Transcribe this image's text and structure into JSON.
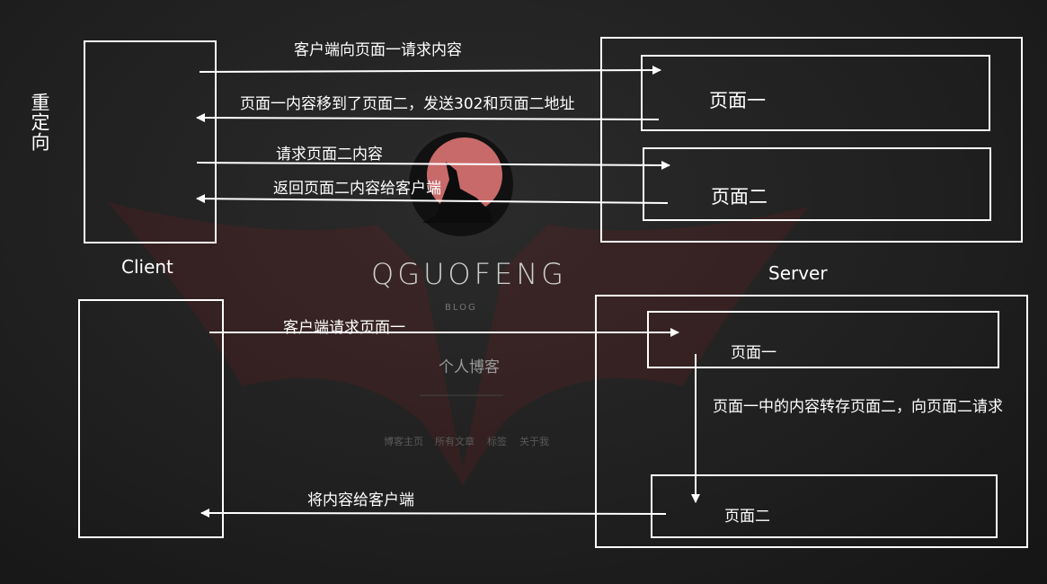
{
  "side_title": "重定向",
  "top_diagram": {
    "client_label": "Client",
    "server_label": "Server",
    "page1_label": "页面一",
    "page2_label": "页面二",
    "arrows": [
      "客户端向页面一请求内容",
      "页面一内容移到了页面二，发送302和页面二地址",
      "请求页面二内容",
      "返回页面二内容给客户端"
    ]
  },
  "bottom_diagram": {
    "page1_label": "页面一",
    "page2_label": "页面二",
    "request_text": "客户端请求页面一",
    "transfer_text": "页面一中的内容转存页面二，向页面二请求",
    "response_text": "将内容给客户端"
  },
  "background": {
    "blog_name": "QGUOFENG",
    "blog_tag": "BLOG",
    "subtitle": "个人博客",
    "nav": [
      "博客主页",
      "所有文章",
      "标签",
      "关于我"
    ]
  },
  "colors": {
    "line": "#ffffff",
    "accent": "#8a1c1c",
    "moon": "#c96a6a"
  }
}
